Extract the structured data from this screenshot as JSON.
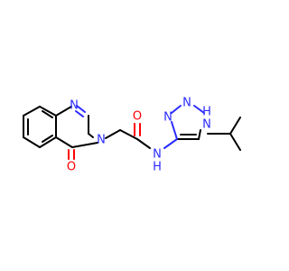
{
  "molecule": {
    "atoms": {
      "n1": "N",
      "n3": "N",
      "o_ring": "O",
      "o_amide": "O",
      "n_amide": "N",
      "h_amide": "H",
      "n_triazole_a": "N",
      "n_triazole_b": "N",
      "n_triazole_nh": "N",
      "h_triazole": "H"
    }
  },
  "colors": {
    "carbon": "#000000",
    "nitrogen": "#2b2bff",
    "oxygen": "#ff0000"
  }
}
